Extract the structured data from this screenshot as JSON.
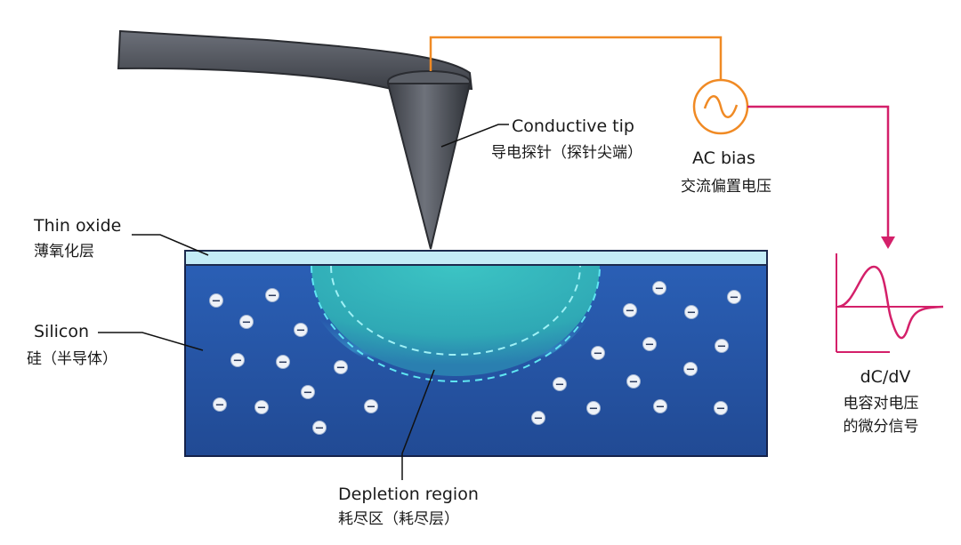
{
  "labels": {
    "conductive_tip": {
      "en": "Conductive tip",
      "zh": "导电探针（探针尖端）"
    },
    "ac_bias": {
      "en": "AC bias",
      "zh": "交流偏置电压"
    },
    "thin_oxide": {
      "en": "Thin oxide",
      "zh": "薄氧化层"
    },
    "silicon": {
      "en": "Silicon",
      "zh": "硅（半导体）"
    },
    "depletion_region": {
      "en": "Depletion region",
      "zh": "耗尽区（耗尽层）"
    },
    "signal": {
      "en": "dC/dV",
      "zh_line1": "电容对电压",
      "zh_line2": "的微分信号"
    }
  },
  "electron_symbol": "−",
  "colors": {
    "silicon": "#2553a3",
    "oxide": "#bfeaf5",
    "depletion": "#2fb3b8",
    "orange_wire": "#f08a24",
    "magenta_wire": "#d4206a",
    "tip": "#4a4d55",
    "dashed": "#6fe3f0"
  },
  "icons": {
    "ac_source": "sine-wave-source-icon",
    "electron": "electron-minus-icon"
  }
}
